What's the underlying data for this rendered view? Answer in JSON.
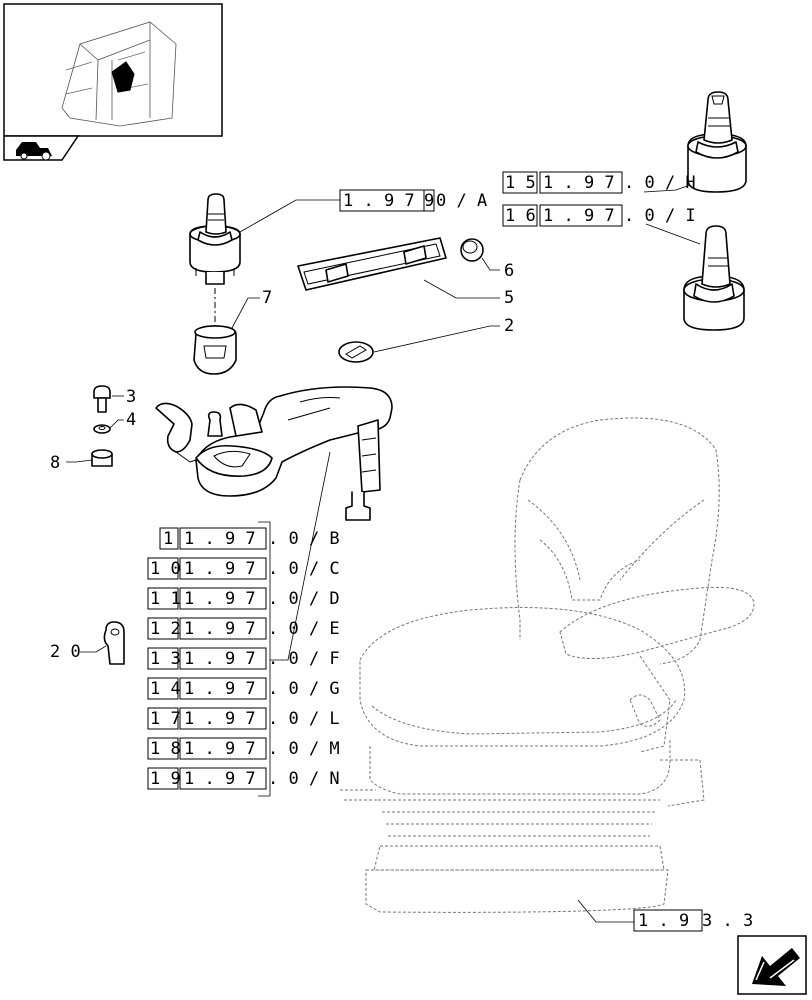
{
  "thumbnail": {
    "alt_icon": "tractor-cab-thumbnail"
  },
  "items": {
    "i2": "2",
    "i3": "3",
    "i4": "4",
    "i5": "5",
    "i6": "6",
    "i7": "7",
    "i8": "8",
    "i20": "2 0"
  },
  "refs": {
    "top_a": {
      "prefix": "",
      "number": "1 . 9 7",
      "suffix": "9",
      "tail": "0 / A"
    },
    "top_h": {
      "prefix": "1 5",
      "number": "1 . 9 7",
      "tail": ". 0 / H"
    },
    "top_i": {
      "prefix": "1 6",
      "number": "1 . 9 7",
      "tail": ". 0 / I"
    },
    "list": [
      {
        "prefix": "1",
        "number": "1 . 9 7",
        "tail": ". 0 / B"
      },
      {
        "prefix": "1 0",
        "number": "1 . 9 7",
        "tail": ". 0 / C"
      },
      {
        "prefix": "1 1",
        "number": "1 . 9 7",
        "tail": ". 0 / D"
      },
      {
        "prefix": "1 2",
        "number": "1 . 9 7",
        "tail": ". 0 / E"
      },
      {
        "prefix": "1 3",
        "number": "1 . 9 7",
        "tail": ". 0 / F"
      },
      {
        "prefix": "1 4",
        "number": "1 . 9 7",
        "tail": ". 0 / G"
      },
      {
        "prefix": "1 7",
        "number": "1 . 9 7",
        "tail": ". 0 / L"
      },
      {
        "prefix": "1 8",
        "number": "1 . 9 7",
        "tail": ". 0 / M"
      },
      {
        "prefix": "1 9",
        "number": "1 . 9 7",
        "tail": ". 0 / N"
      }
    ],
    "seat": {
      "number": "1 . 9",
      "tail": "3 . 3"
    }
  }
}
